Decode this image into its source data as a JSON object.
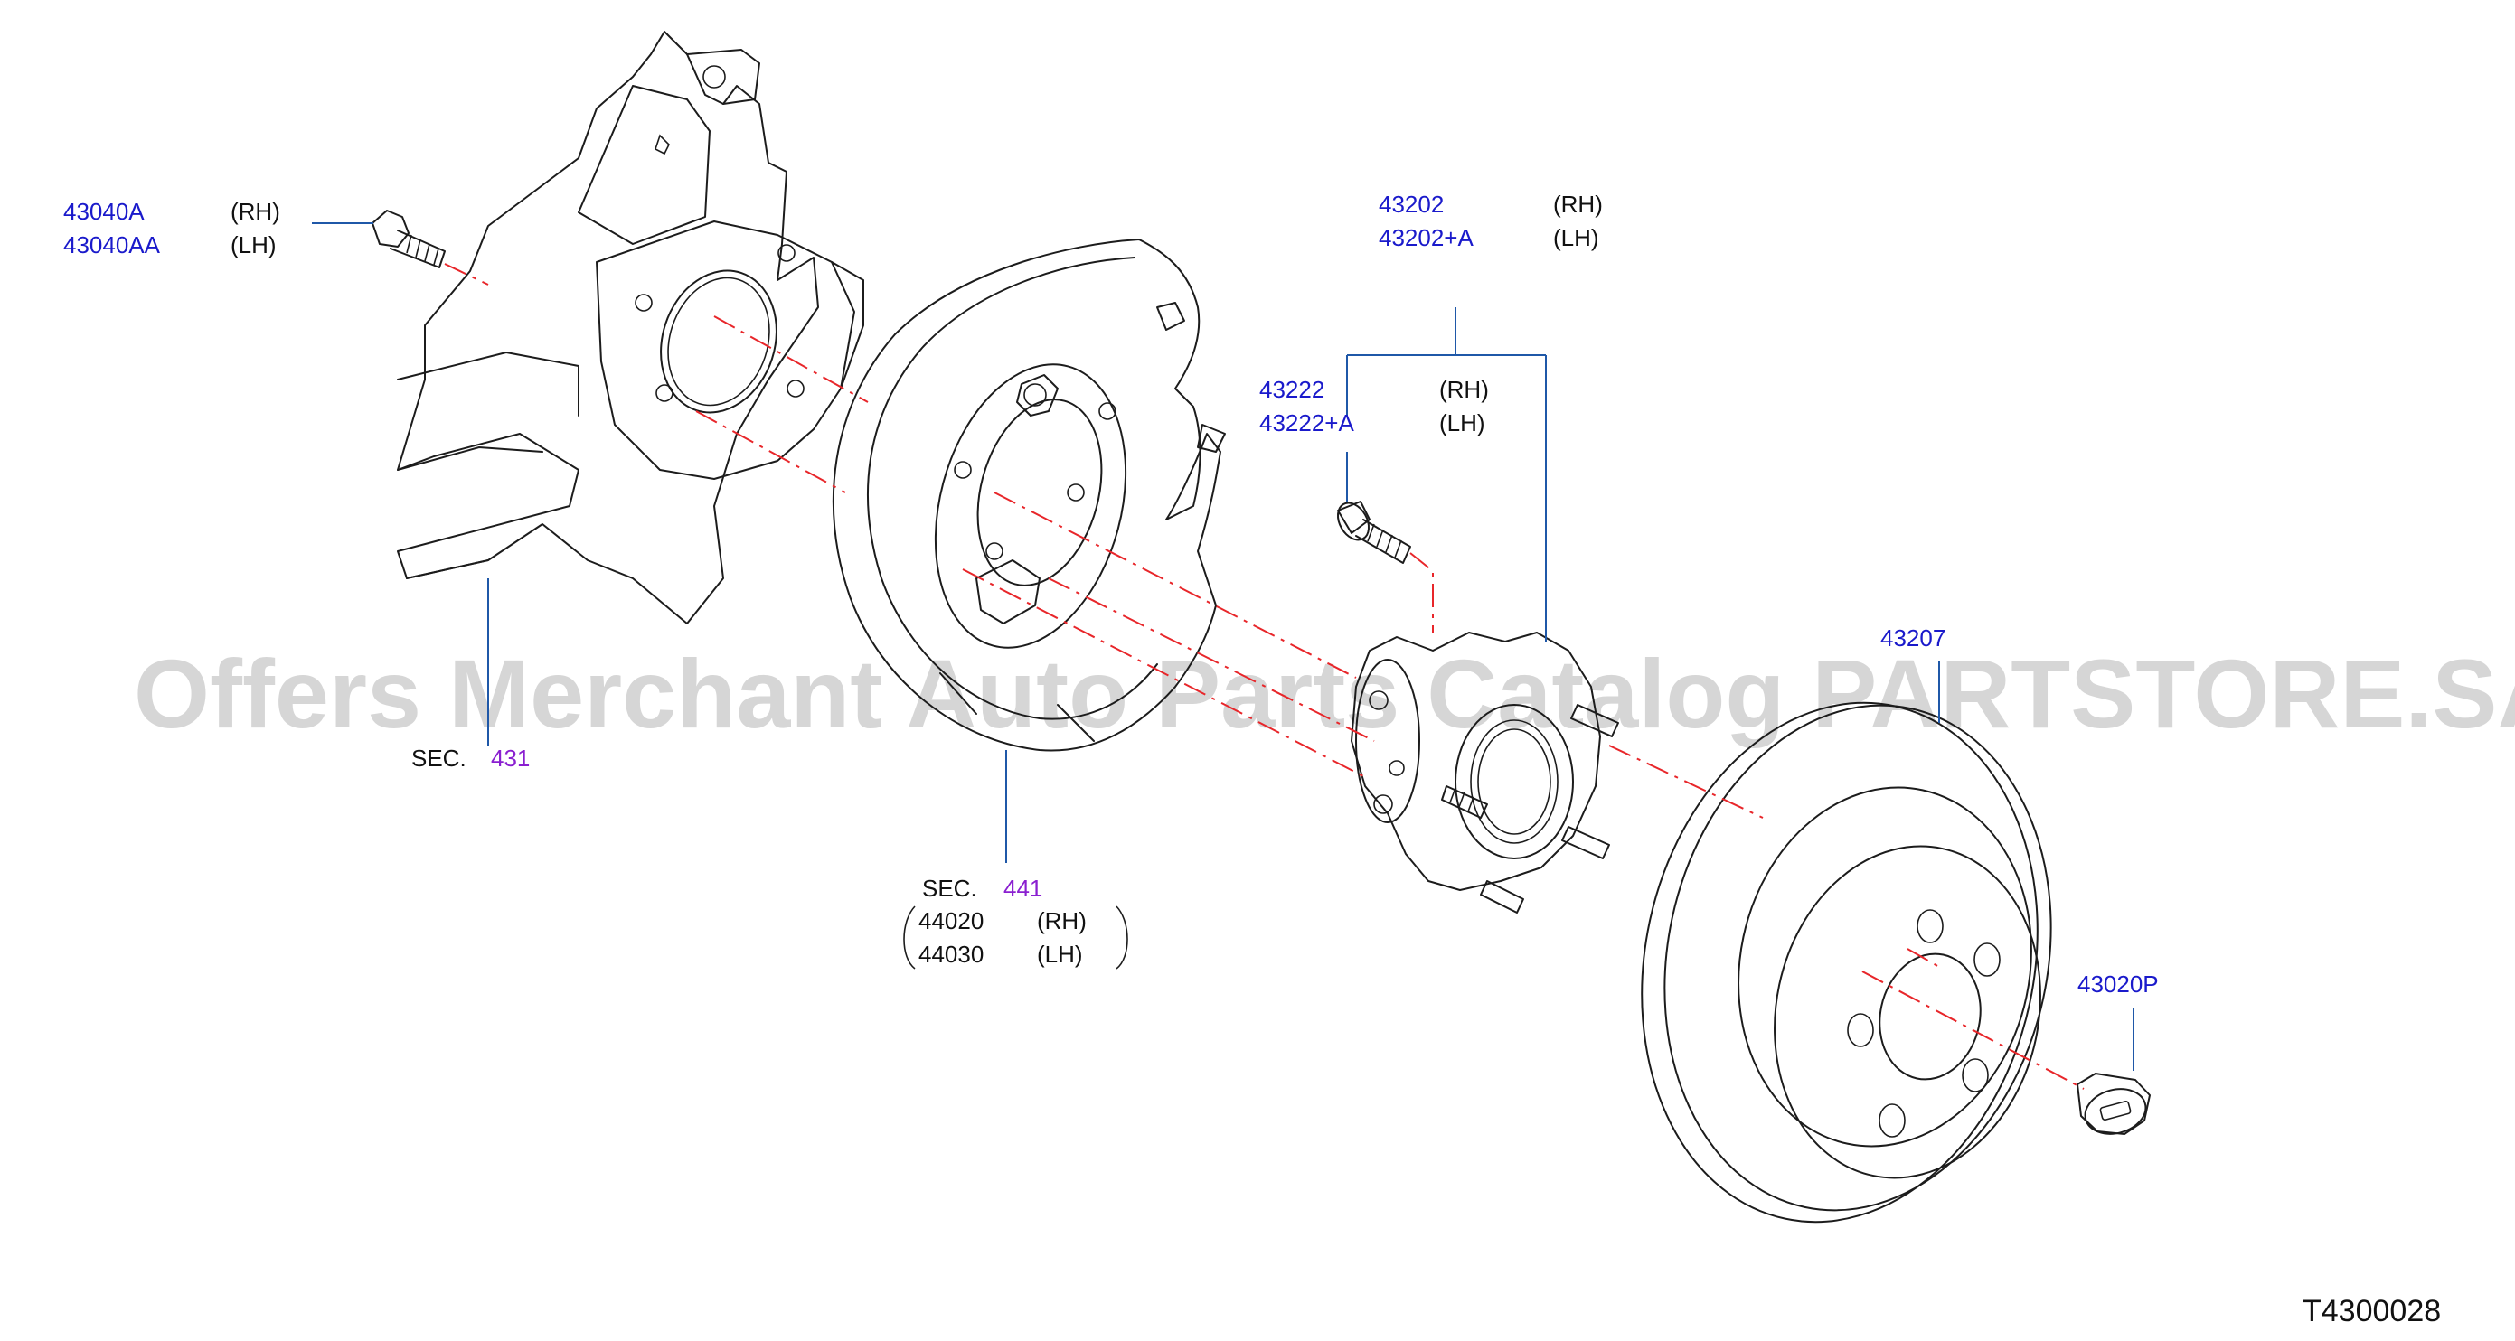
{
  "watermark": "Offers Merchant Auto Parts Catalog PARTSTORE.SA",
  "diagram_code": "T4300028",
  "labels": {
    "bolt": {
      "part_rh": "43040A",
      "side_rh": "(RH)",
      "part_lh": "43040AA",
      "side_lh": "(LH)"
    },
    "knuckle": {
      "sec": "SEC.",
      "num": "431"
    },
    "plate": {
      "sec": "SEC.",
      "num": "441",
      "part_rh": "44020",
      "side_rh": "(RH)",
      "part_lh": "44030",
      "side_lh": "(LH)"
    },
    "hub_assy": {
      "part_rh": "43202",
      "side_rh": "(RH)",
      "part_lh": "43202+A",
      "side_lh": "(LH)"
    },
    "hub_bolt": {
      "part_rh": "43222",
      "side_rh": "(RH)",
      "part_lh": "43222+A",
      "side_lh": "(LH)"
    },
    "rotor": {
      "part": "43207"
    },
    "cap": {
      "part": "43020P"
    }
  },
  "colors": {
    "part_number": "#1a1acb",
    "section_ref": "#8a1fd0",
    "leader_line": "#1f58a8",
    "center_line": "#e8262a"
  }
}
